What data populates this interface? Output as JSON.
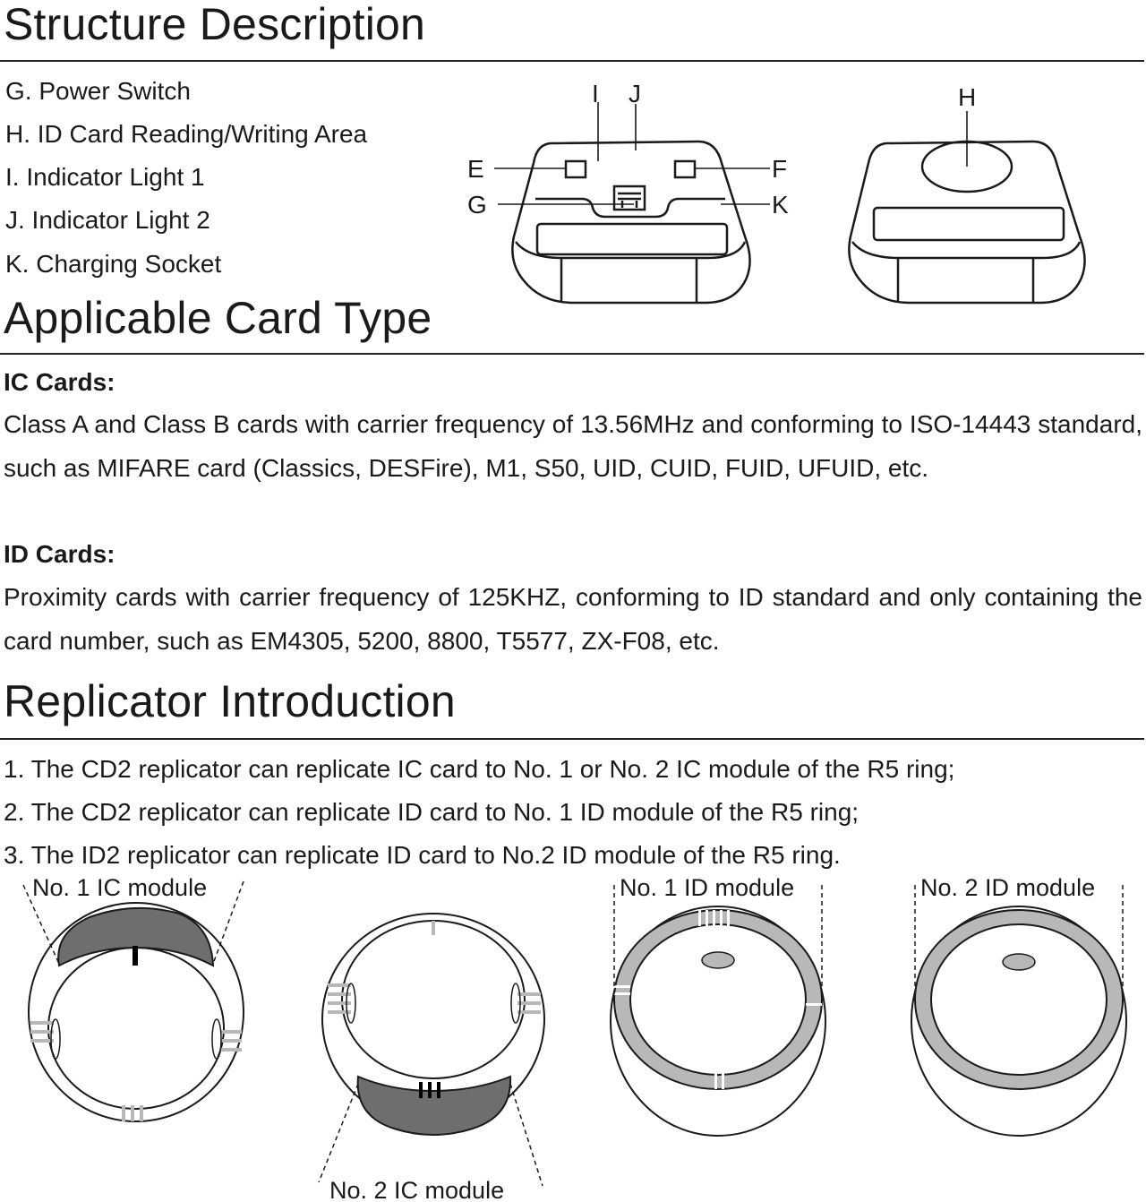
{
  "structure": {
    "title": "Structure Description",
    "items": [
      "G. Power Switch",
      "H. ID Card Reading/Writing Area",
      "I.  Indicator Light 1",
      "J.  Indicator Light 2",
      "K. Charging Socket"
    ],
    "diagram_labels": {
      "e": "E",
      "f": "F",
      "g": "G",
      "k": "K",
      "i": "I",
      "j": "J",
      "h": "H"
    }
  },
  "card_type": {
    "title": "Applicable Card Type",
    "ic_heading": "IC Cards:",
    "ic_text": "Class A and Class B cards with carrier frequency of 13.56MHz and conforming to ISO-14443 standard, such as MIFARE card (Classics, DESFire), M1, S50, UID, CUID, FUID, UFUID, etc.",
    "id_heading": "ID Cards:",
    "id_text": "Proximity cards with carrier frequency of 125KHZ, conforming to ID standard and only containing the card number, such as EM4305, 5200, 8800, T5577, ZX-F08, etc."
  },
  "replicator": {
    "title": "Replicator Introduction",
    "items": [
      "1. The CD2 replicator can replicate IC card to No. 1 or No. 2 IC module of the R5 ring;",
      "2. The CD2 replicator can replicate ID card to No. 1 ID module of the R5 ring;",
      "3. The ID2 replicator can replicate ID card to No.2 ID module of the R5 ring."
    ],
    "module_labels": {
      "ic1": "No. 1 IC module",
      "ic2": "No. 2 IC module",
      "id1": "No. 1 ID module",
      "id2": "No. 2 ID module"
    }
  },
  "colors": {
    "module_dark": "#6e6e6e",
    "module_light": "#b8b8b8",
    "ink": "#1a1a1a"
  }
}
